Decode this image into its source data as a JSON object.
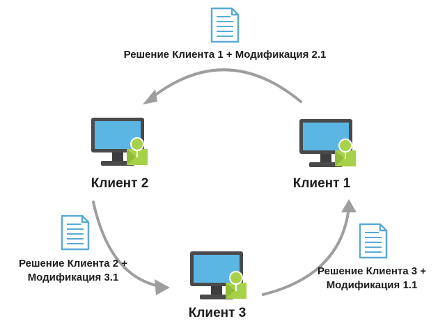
{
  "clients": [
    {
      "label": "Клиент 1"
    },
    {
      "label": "Клиент 2"
    },
    {
      "label": "Клиент 3"
    }
  ],
  "transfers": [
    {
      "lines": [
        "Решение Клиента 1 + Модификация 2.1"
      ],
      "icon": "document-icon"
    },
    {
      "lines": [
        "Решение Клиента 2 +",
        "Модификация 3.1"
      ],
      "icon": "document-icon"
    },
    {
      "lines": [
        "Решение Клиента 3 +",
        "Модификация 1.1"
      ],
      "icon": "document-icon"
    }
  ],
  "colors": {
    "arrow": "#9e9e9e",
    "monitor_frame": "#4a4a4a",
    "monitor_screen": "#5bb6e3",
    "badge": "#a8d14a",
    "document": "#5aa9d6",
    "text": "#1c1c1c"
  }
}
